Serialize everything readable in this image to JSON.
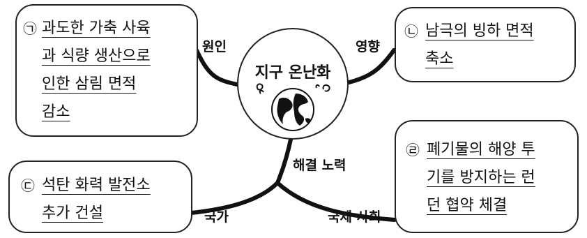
{
  "center": {
    "title": "지구 온난화"
  },
  "branches": {
    "cause": {
      "label": "원인",
      "marker": "㉠",
      "lines": [
        "과도한 가축 사육",
        "과 식량 생산으로",
        "인한 삼림 면적",
        "감소"
      ]
    },
    "effect": {
      "label": "영향",
      "marker": "㉡",
      "lines": [
        "남극의 빙하 면적",
        "축소"
      ]
    },
    "solution": {
      "label": "해결 노력"
    },
    "nation": {
      "label": "국가",
      "marker": "㉢",
      "lines": [
        "석탄 화력 발전소",
        "추가 건설"
      ]
    },
    "international": {
      "label": "국제 사회",
      "marker": "㉣",
      "lines": [
        "폐기물의 해양 투",
        "기를 방지하는 런",
        "던 협약 체결"
      ]
    }
  },
  "icons": [
    "globe-icon",
    "sweat-drop-icon"
  ]
}
